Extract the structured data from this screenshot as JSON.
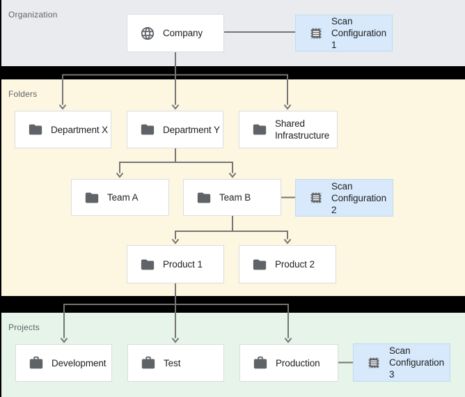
{
  "colors": {
    "organization_bg": "#e9ebee",
    "folders_bg": "#fdf7e1",
    "projects_bg": "#e6f4ea",
    "scan_box_bg": "#d7e9fb",
    "scan_box_border": "#c2daef",
    "node_bg": "#ffffff",
    "node_border": "#dadce0",
    "connector": "#757575",
    "icon": "#5f6368",
    "label_text": "#5f6368",
    "node_text": "#202124",
    "divider": "#000000"
  },
  "sections": {
    "organization": {
      "label": "Organization"
    },
    "folders": {
      "label": "Folders"
    },
    "projects": {
      "label": "Projects"
    }
  },
  "nodes": {
    "company": {
      "label": "Company",
      "icon": "globe-icon"
    },
    "scan_config_1": {
      "label": "Scan\nConfiguration 1",
      "icon": "scan-config-icon"
    },
    "department_x": {
      "label": "Department X",
      "icon": "folder-icon"
    },
    "department_y": {
      "label": "Department Y",
      "icon": "folder-icon"
    },
    "shared_infrastructure": {
      "label": "Shared\nInfrastructure",
      "icon": "folder-icon"
    },
    "team_a": {
      "label": "Team A",
      "icon": "folder-icon"
    },
    "team_b": {
      "label": "Team B",
      "icon": "folder-icon"
    },
    "scan_config_2": {
      "label": "Scan\nConfiguration 2",
      "icon": "scan-config-icon"
    },
    "product_1": {
      "label": "Product 1",
      "icon": "folder-icon"
    },
    "product_2": {
      "label": "Product 2",
      "icon": "folder-icon"
    },
    "development": {
      "label": "Development",
      "icon": "briefcase-icon"
    },
    "test": {
      "label": "Test",
      "icon": "briefcase-icon"
    },
    "production": {
      "label": "Production",
      "icon": "briefcase-icon"
    },
    "scan_config_3": {
      "label": "Scan\nConfiguration 3",
      "icon": "scan-config-icon"
    }
  }
}
